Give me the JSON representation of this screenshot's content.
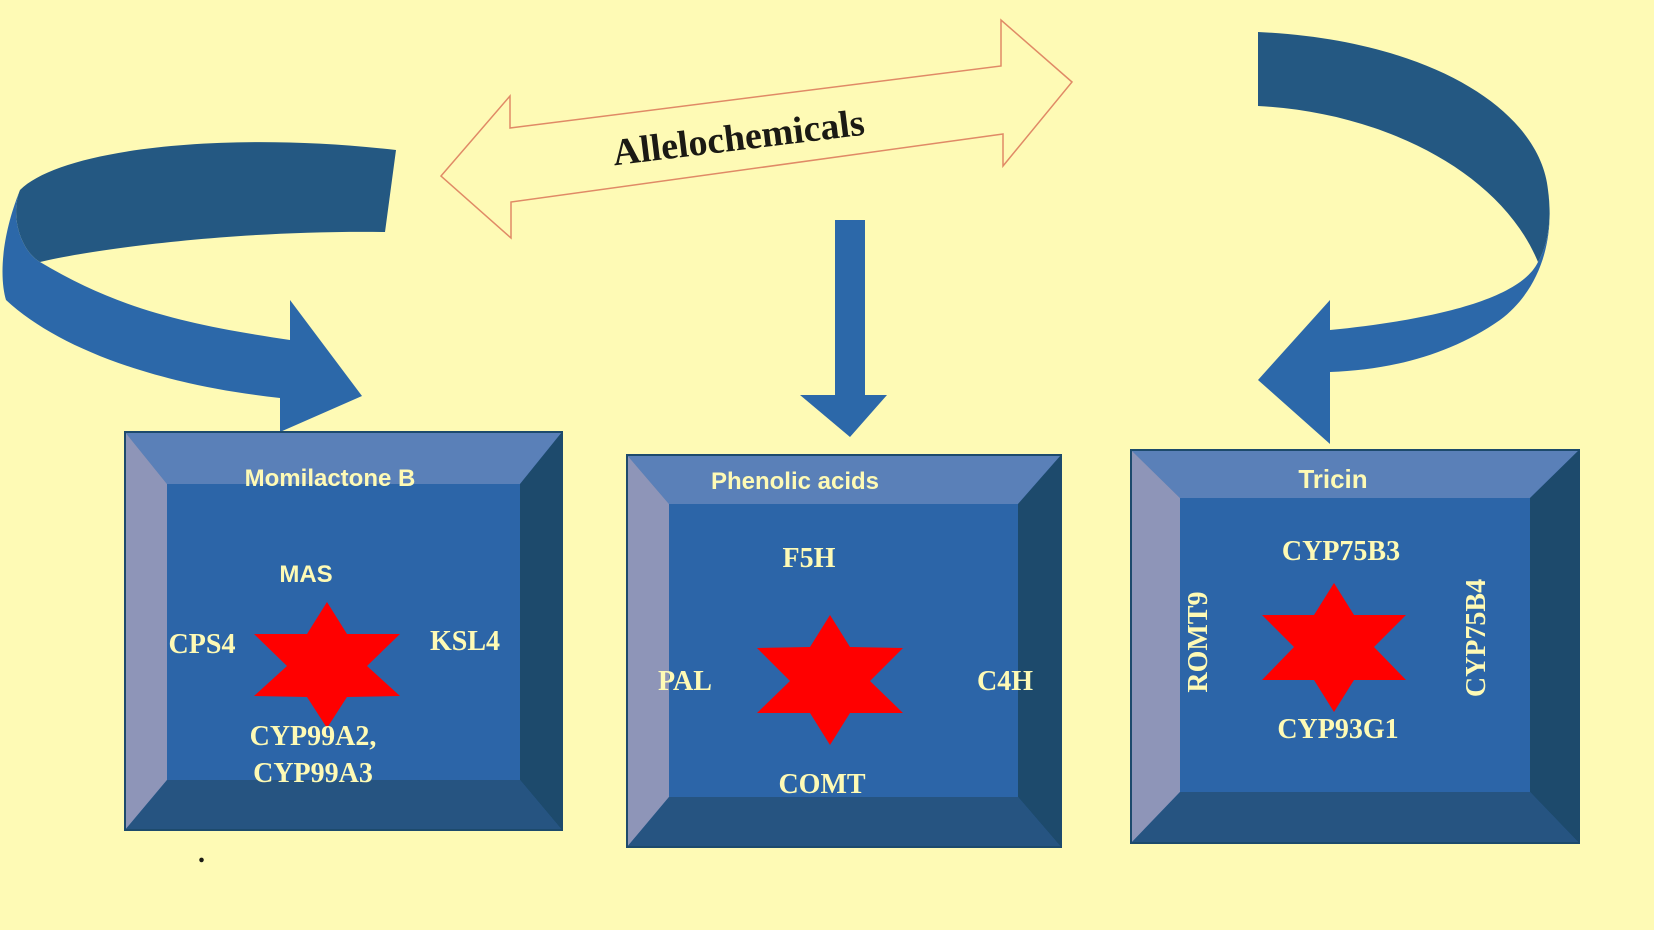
{
  "title": "Allelochemicals",
  "colors": {
    "background": "#fefab5",
    "arrow_blue": "#2c68a9",
    "arrow_dark": "#245882",
    "box_face": "#2c65a8",
    "bevel_top": "#5a80b8",
    "bevel_left": "#8e95b8",
    "bevel_right": "#1d4a6c",
    "bevel_bottom": "#265481",
    "star": "#ff0000",
    "label_text": "#fefab5",
    "title_text": "#1b1a14",
    "outline_arrow": "#e08a66"
  },
  "boxes": [
    {
      "id": "momilactone",
      "heading": "Momilactone B",
      "genes": {
        "top": "MAS",
        "left": "CPS4",
        "right": "KSL4",
        "bottom_line1": "CYP99A2,",
        "bottom_line2": "CYP99A3"
      }
    },
    {
      "id": "phenolic",
      "heading": "Phenolic acids",
      "genes": {
        "top": "F5H",
        "left": "PAL",
        "right": "C4H",
        "bottom": "COMT"
      }
    },
    {
      "id": "tricin",
      "heading": "Tricin",
      "genes": {
        "top": "CYP75B3",
        "left": "ROMT9",
        "right": "CYP75B4",
        "bottom": "CYP93G1"
      }
    }
  ],
  "footnote_dot": "."
}
